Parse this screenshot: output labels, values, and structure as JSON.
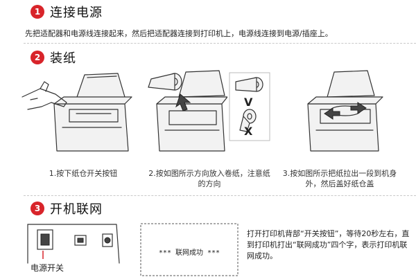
{
  "steps": [
    {
      "number": "1",
      "title": "连接电源",
      "description": "先把适配器和电源线连接起来，然后把适配器连接到打印机上，电源线连接到电源/插座上。"
    },
    {
      "number": "2",
      "title": "装纸",
      "captions": [
        "1.按下纸仓开关按钮",
        "2.按如图所示方向放入卷纸，注意纸的方向",
        "3.按如图所示把纸拉出一段到机身外，然后盖好纸仓盖"
      ],
      "orientation": {
        "correct": "V",
        "wrong": "X"
      }
    },
    {
      "number": "3",
      "title": "开机联网",
      "switch_label": "电源开关",
      "receipt_text": "*** 联网成功 ***",
      "description": "打开打印机背部“开关按钮”，等待20秒左右，直到打印机打出“联网成功”四个字，表示打印机联网成功。"
    }
  ],
  "colors": {
    "accent": "#d8242a"
  }
}
